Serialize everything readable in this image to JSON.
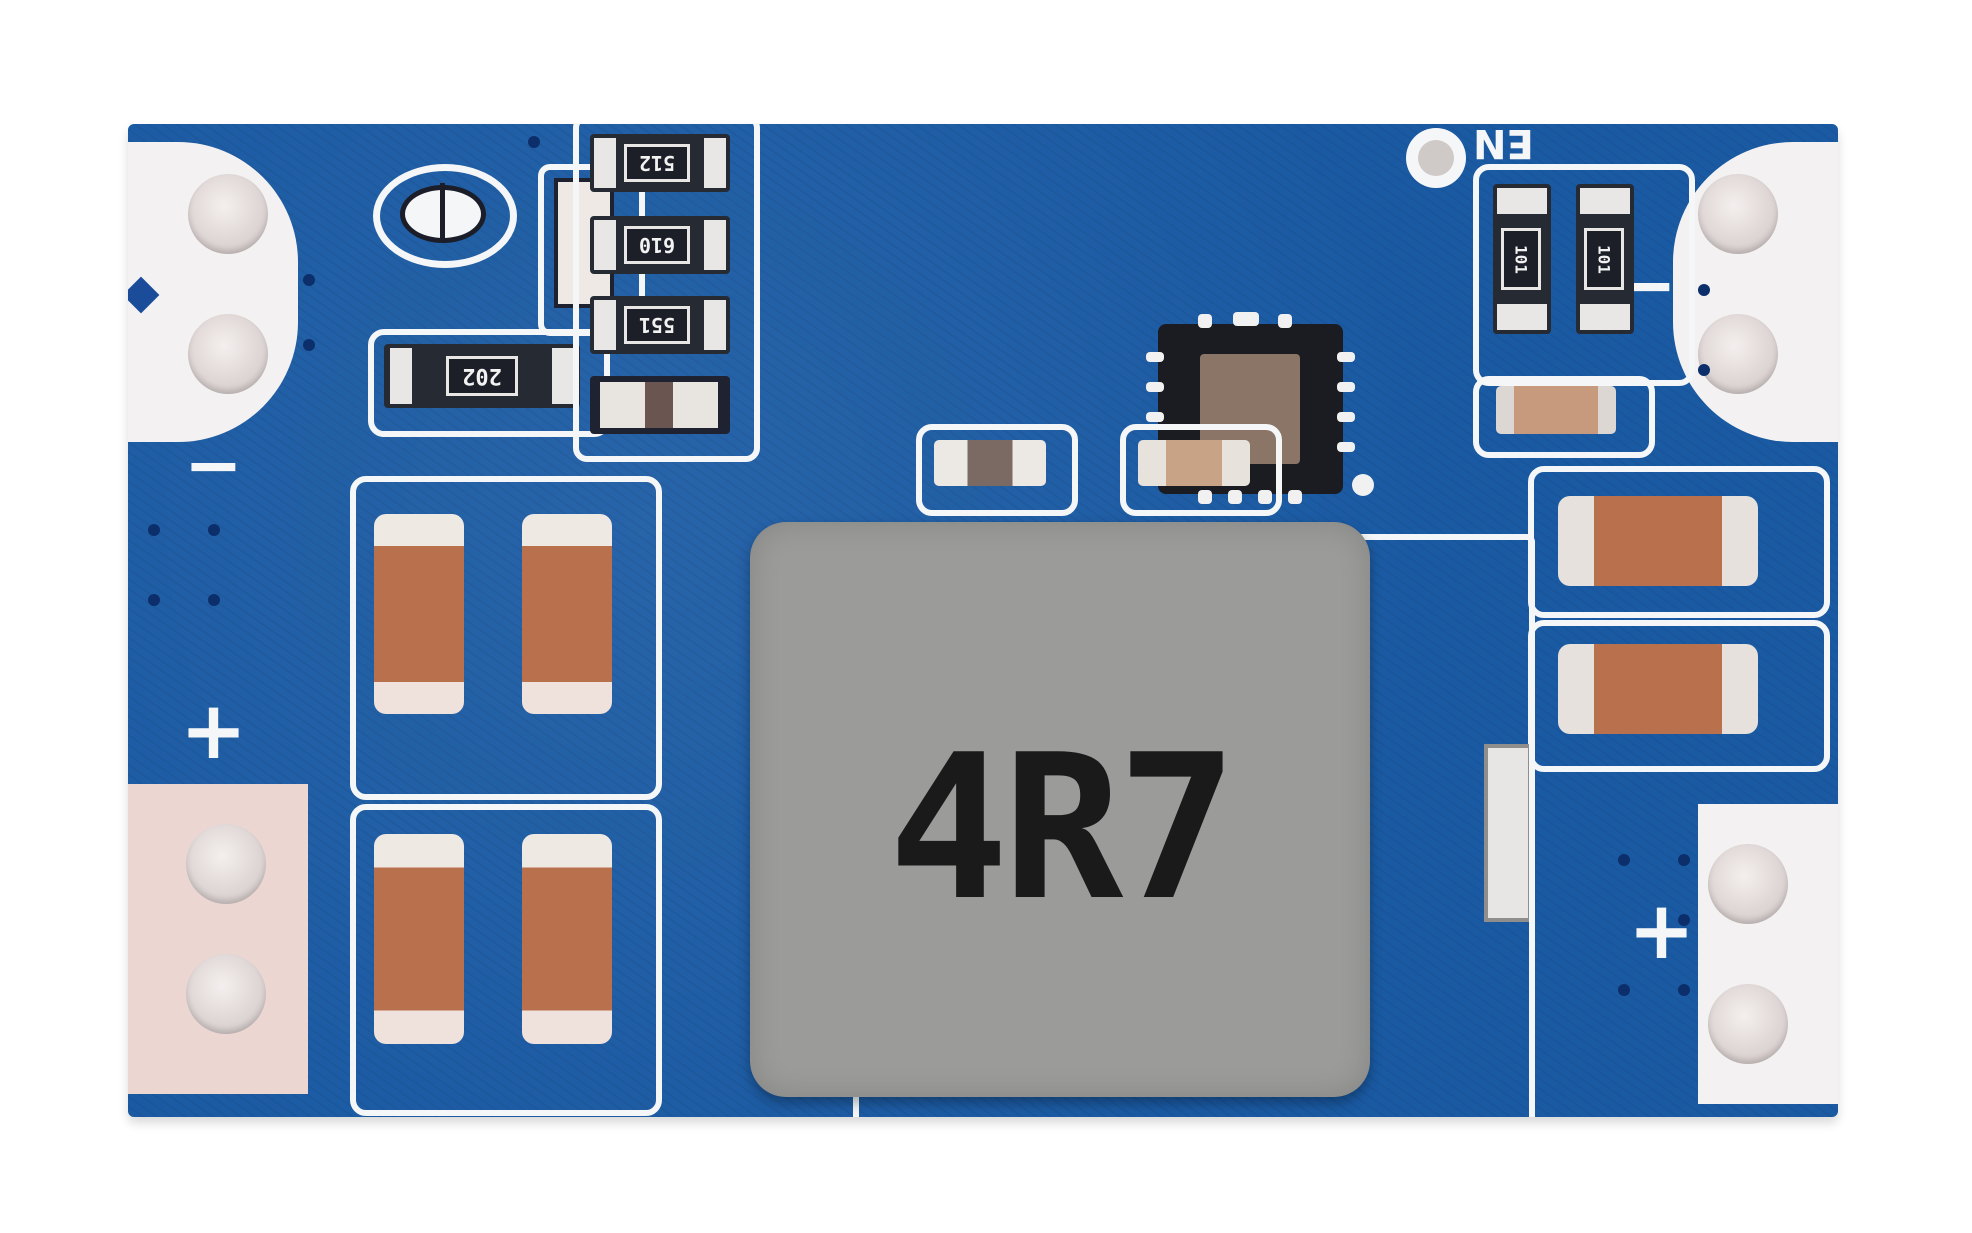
{
  "image": {
    "subject": "Blue PCB DC-DC buck converter module",
    "background_color": "#ffffff",
    "board_color": "#1a5aa3",
    "silkscreen_color": "#f4f6f8"
  },
  "labels": {
    "left_top_polarity": "−",
    "left_bottom_polarity": "+",
    "right_top_polarity": "−",
    "right_bottom_polarity": "+",
    "enable_label": "EN"
  },
  "components": {
    "inductor": {
      "marking": "4R7",
      "color": "#9b9b99"
    },
    "resistors": [
      {
        "id": "r1",
        "marking": "512"
      },
      {
        "id": "r2",
        "marking": "610"
      },
      {
        "id": "r3",
        "marking": "551"
      },
      {
        "id": "r4",
        "marking": "202"
      },
      {
        "id": "r5",
        "marking": "101"
      },
      {
        "id": "r6",
        "marking": "101"
      }
    ],
    "capacitor_color": "#b8704d",
    "ic": {
      "type": "QFN",
      "color": "#1b1c22"
    }
  }
}
